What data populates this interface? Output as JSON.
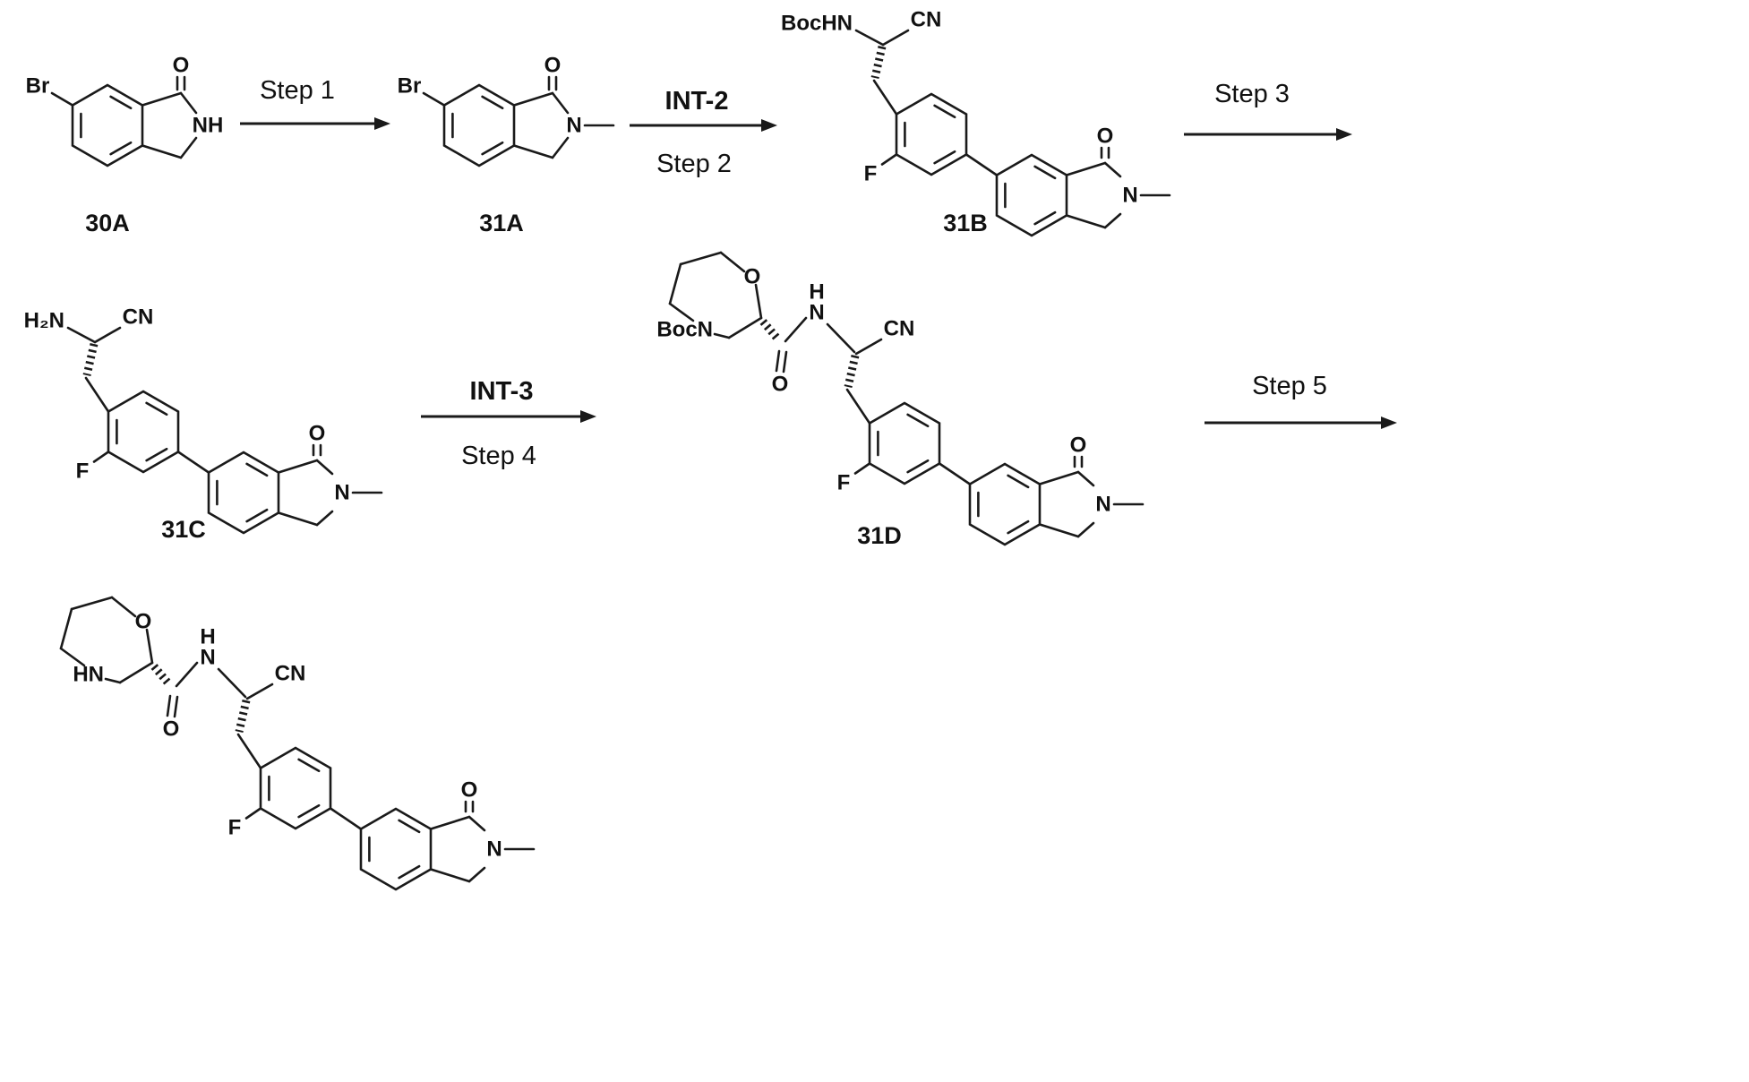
{
  "figure": {
    "background": "#ffffff",
    "bond_color": "#1a1a1a"
  },
  "compounds": {
    "c30a": {
      "label": "30A",
      "atoms": {
        "br": "Br",
        "o": "O",
        "nh": "NH"
      }
    },
    "c31a": {
      "label": "31A",
      "atoms": {
        "br": "Br",
        "o": "O",
        "n": "N"
      }
    },
    "c31b": {
      "label": "31B",
      "atoms": {
        "amine": "BocHN",
        "cn": "CN",
        "f": "F",
        "lactam_o": "O",
        "lactam_n": "N"
      }
    },
    "c31c": {
      "label": "31C",
      "atoms": {
        "amine": "H₂N",
        "cn": "CN",
        "f": "F",
        "lactam_o": "O",
        "lactam_n": "N"
      }
    },
    "c31d": {
      "label": "31D",
      "atoms": {
        "ring_n": "BocN",
        "ring_o": "O",
        "amide_h": "H",
        "amide_n": "N",
        "cn": "CN",
        "carbonyl_o": "O",
        "f": "F",
        "lactam_o": "O",
        "lactam_n": "N"
      }
    },
    "product": {
      "atoms": {
        "ring_n": "HN",
        "ring_o": "O",
        "amide_h": "H",
        "amide_n": "N",
        "cn": "CN",
        "carbonyl_o": "O",
        "f": "F",
        "lactam_o": "O",
        "lactam_n": "N"
      }
    }
  },
  "arrows": {
    "a1": {
      "label": "Step 1"
    },
    "a2": {
      "reagent": "INT-2",
      "label": "Step 2"
    },
    "a3": {
      "label": "Step 3"
    },
    "a4": {
      "reagent": "INT-3",
      "label": "Step 4"
    },
    "a5": {
      "label": "Step 5"
    }
  }
}
